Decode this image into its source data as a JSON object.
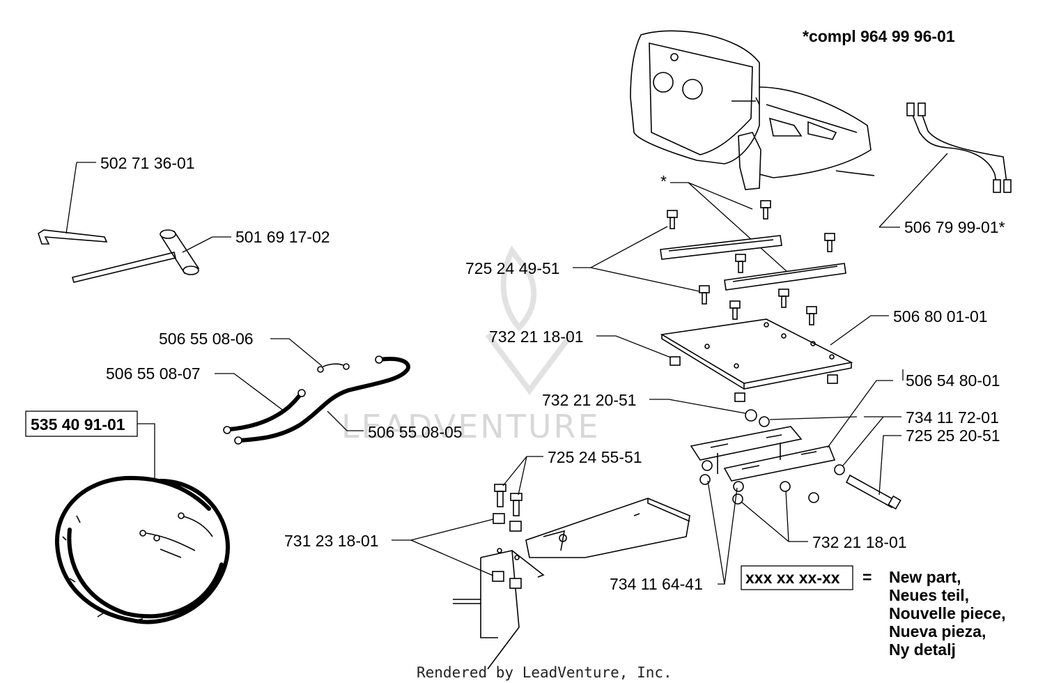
{
  "compl_note": "*compl 964 99 96-01",
  "seat_asterisk": "*",
  "parts": {
    "p502713601": "502 71 36-01",
    "p501691702": "501 69 17-02",
    "p506550806": "506 55 08-06",
    "p506550807": "506 55 08-07",
    "p506550805": "506 55 08-05",
    "p535409101": "535 40 91-01",
    "p725244951": "725 24 49-51",
    "p732211801a": "732 21 18-01",
    "p732212051": "732 21 20-51",
    "p725245551": "725 24 55-51",
    "p731231801": "731 23 18-01",
    "p734116441": "734 11 64-41",
    "p506799901": "506 79 99-01*",
    "p506800101": "506 80 01-01",
    "p506548001": "506 54 80-01",
    "p734117201": "734 11 72-01",
    "p725252051": "725 25 20-51",
    "p732211801b": "732 21 18-01"
  },
  "legend": {
    "box": "xxx xx xx-xx",
    "equals": "=",
    "lines": [
      "New part,",
      "Neues teil,",
      "Nouvelle piece,",
      "Nueva pieza,",
      "Ny detalj"
    ]
  },
  "watermark": "LEADVENTURE",
  "footer": "Rendered by LeadVenture, Inc."
}
